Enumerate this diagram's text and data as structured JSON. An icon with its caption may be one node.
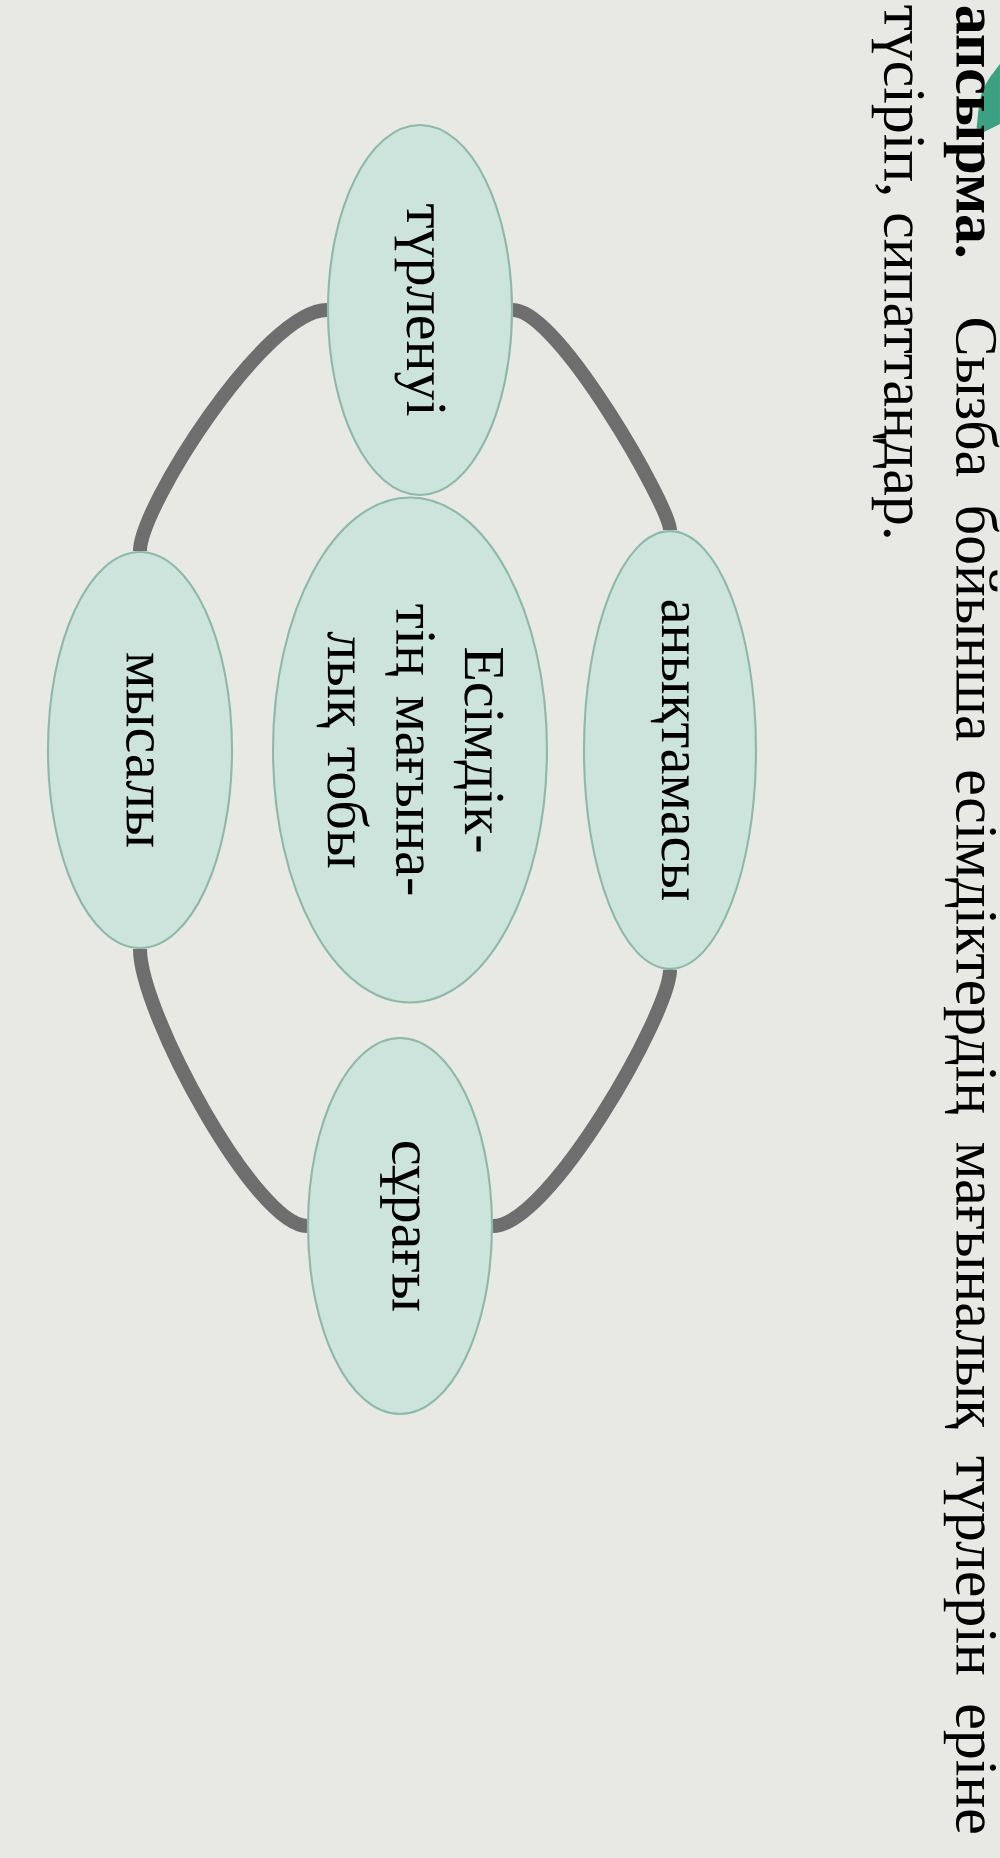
{
  "diagram": {
    "title": "**апсырма.** Сызба бойынша есімдіктердің мағыналық түрлерін еріне түсіріп, сипаттаңдар.",
    "nodes": [
      {
        "text": [
          "түрленуі"
        ]
      },
      {
        "text": [
          "анықтамасы"
        ]
      },
      {
        "text": [
          "Есімдік- тің мағына- лық тобы"
        ]
      },
      {
        "text": [
          "мысалы"
        ]
      },
      {
        "text": [
          "сұрағы"
        ]
      }
    ],
    "edges": [
      {
        "from": 0,
        "to": 1,
        "arrow": "none"
      },
      {
        "from": 1,
        "to": 4,
        "arrow": "none"
      },
      {
        "from": 4,
        "to": 3,
        "arrow": "none"
      },
      {
        "from": 3,
        "to": 0,
        "arrow": "none"
      }
    ]
  }
}
